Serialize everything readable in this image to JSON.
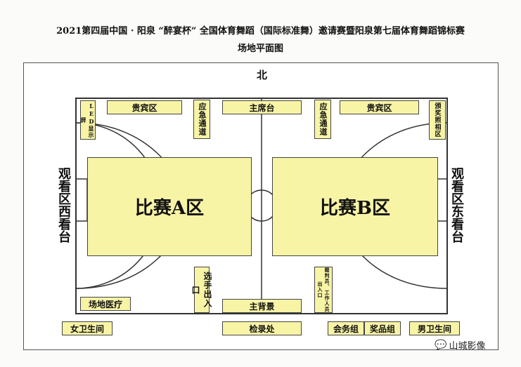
{
  "title": {
    "line1": "2021第四届中国 · 阳泉 “醉宴杯” 全国体育舞蹈（国际标准舞）邀请赛暨阳泉第七届体育舞蹈锦标赛",
    "line2": "场地平面图"
  },
  "north": "北",
  "zones": {
    "vip_left": "贵宾区",
    "vip_right": "贵宾区",
    "emergency_left": "应急通道",
    "emergency_right": "应急通道",
    "main_stand": "主席台",
    "led": "LED显示屏",
    "award_photo": "颁奖照相区",
    "area_a": "比赛A区",
    "area_b": "比赛B区",
    "west_stand": "观看区西看台",
    "east_stand": "观看区东看台",
    "player_entry": "选手出入口",
    "judge_entry": "裁判员、工作人员出入口",
    "medical": "场地医疗",
    "backdrop": "主背景",
    "female_wc": "女卫生间",
    "checkin": "检录处",
    "affairs": "会务组",
    "awards": "奖品组",
    "male_wc": "男卫生间"
  },
  "watermark": "山城影像",
  "colors": {
    "zone_fill": "#f8f4a6",
    "border": "#444444"
  }
}
